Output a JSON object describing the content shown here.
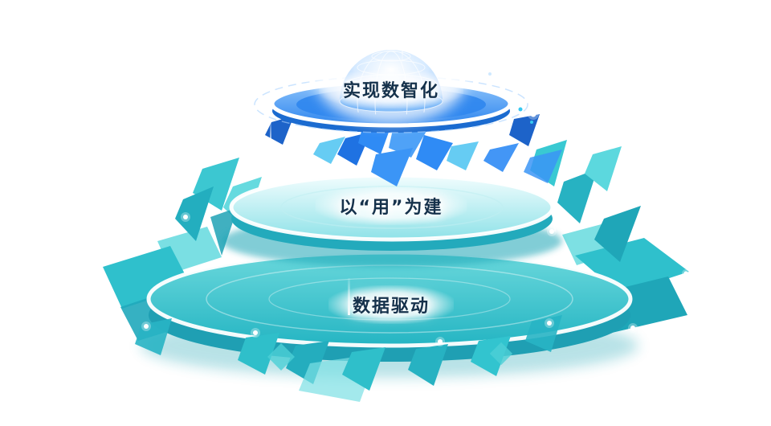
{
  "diagram": {
    "type": "layered-platform-pyramid",
    "tiers": [
      {
        "id": "top",
        "label": "实现数智化",
        "color": "#2F86EE"
      },
      {
        "id": "middle",
        "label": "以“用”为建",
        "color": "#8FE2E8"
      },
      {
        "id": "bottom",
        "label": "数据驱动",
        "color": "#2EBCC9"
      }
    ],
    "icons": [
      "globe-dome-icon",
      "crystal-cluster-icon",
      "light-beam-icon"
    ],
    "colors": {
      "blue": "#2F86EE",
      "deep_blue": "#1D63C9",
      "light_blue": "#8EC4FB",
      "teal": "#2EBCC9",
      "deep_teal": "#1F9FB3",
      "light_teal": "#8FE2E8",
      "white": "#FFFFFF",
      "label_text": "#15314B"
    }
  }
}
